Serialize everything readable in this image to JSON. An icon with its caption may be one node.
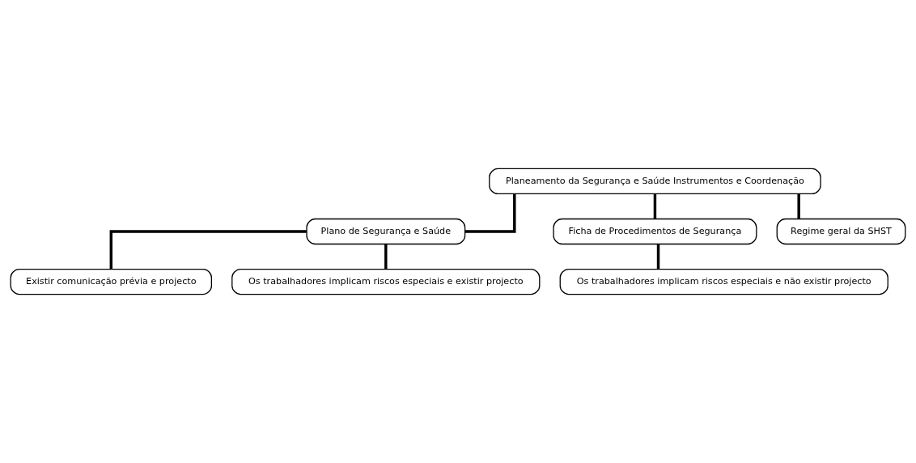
{
  "diagram": {
    "nodes": [
      {
        "text": [
          "Planeamento da Segurança e Saúde Instrumentos e Coordenação"
        ]
      },
      {
        "text": [
          "Plano de Segurança e Saúde"
        ]
      },
      {
        "text": [
          "Existir comunicação prévia e projecto"
        ]
      },
      {
        "text": [
          "Os trabalhadores implicam riscos especiais e existir projecto"
        ]
      },
      {
        "text": [
          "Ficha de Procedimentos de Segurança"
        ]
      },
      {
        "text": [
          "Os trabalhadores implicam riscos especiais e não existir projecto"
        ]
      },
      {
        "text": [
          "Regime geral da SHST"
        ]
      }
    ],
    "edges": [
      {
        "from": 0,
        "to": 1,
        "arrow": "none"
      },
      {
        "from": 1,
        "to": 2,
        "arrow": "none"
      },
      {
        "from": 1,
        "to": 3,
        "arrow": "none"
      },
      {
        "from": 0,
        "to": 4,
        "arrow": "none"
      },
      {
        "from": 4,
        "to": 5,
        "arrow": "none"
      },
      {
        "from": 0,
        "to": 6,
        "arrow": "none"
      }
    ]
  }
}
